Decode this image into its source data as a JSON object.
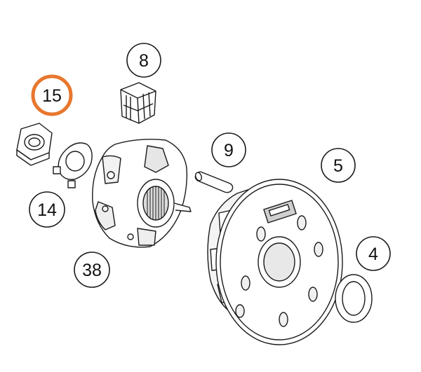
{
  "diagram": {
    "highlight_color": "#e8772e",
    "line_color": "#1a1a1a",
    "callouts": [
      {
        "id": "c15",
        "label": "15",
        "highlighted": true
      },
      {
        "id": "c8",
        "label": "8",
        "highlighted": false
      },
      {
        "id": "c9",
        "label": "9",
        "highlighted": false
      },
      {
        "id": "c5",
        "label": "5",
        "highlighted": false
      },
      {
        "id": "c14",
        "label": "14",
        "highlighted": false
      },
      {
        "id": "c4",
        "label": "4",
        "highlighted": false
      },
      {
        "id": "c38",
        "label": "38",
        "highlighted": false
      }
    ]
  }
}
